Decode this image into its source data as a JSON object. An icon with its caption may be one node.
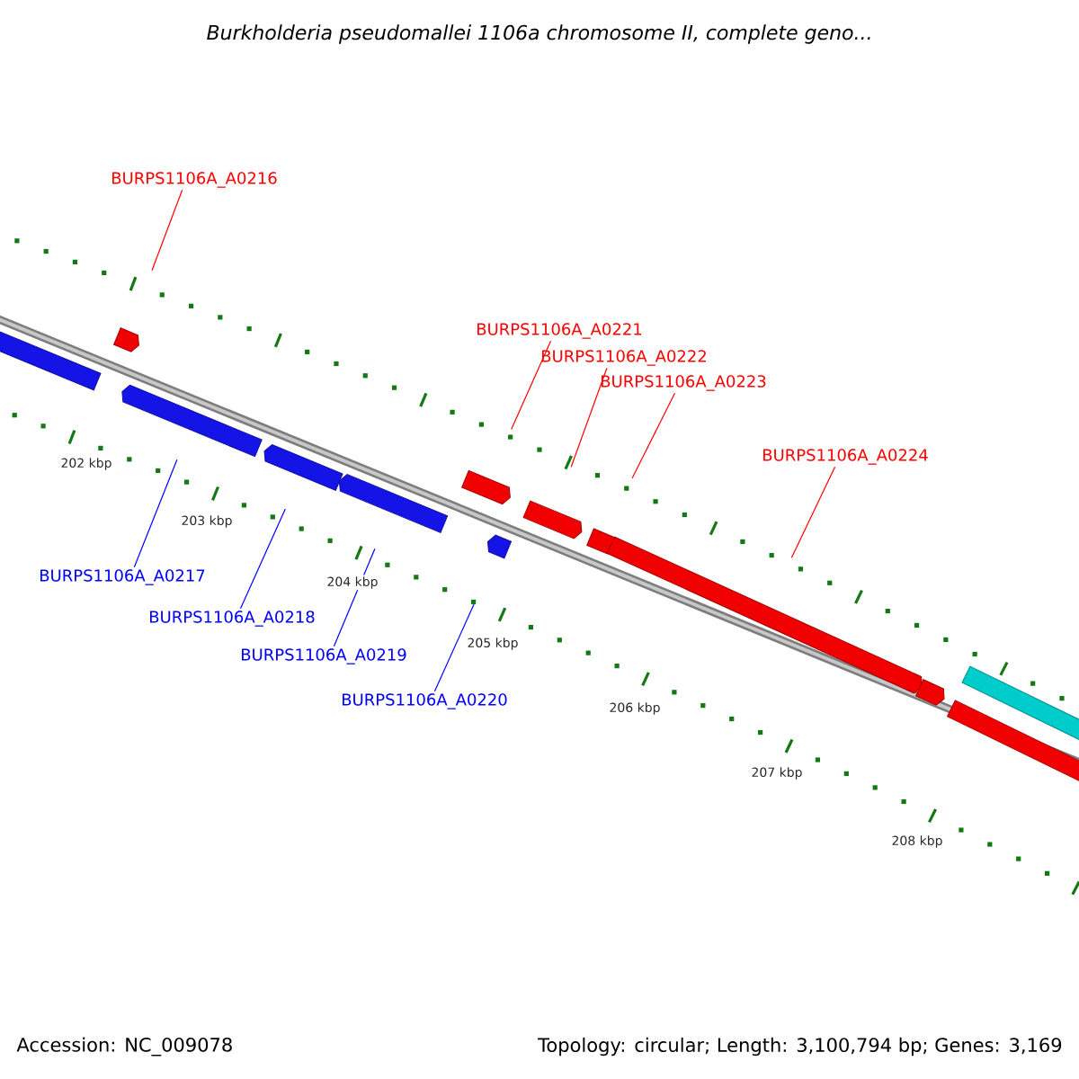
{
  "diagram": {
    "title": "Burkholderia pseudomallei 1106a chromosome II, complete geno...",
    "nodes": [
      {
        "text": [
          "BURPS1106A_A0216"
        ]
      },
      {
        "text": [
          "BURPS1106A_A0217"
        ]
      },
      {
        "text": [
          "BURPS1106A_A0218"
        ]
      },
      {
        "text": [
          "BURPS1106A_A0219"
        ]
      },
      {
        "text": [
          "BURPS1106A_A0220"
        ]
      },
      {
        "text": [
          "BURPS1106A_A0221"
        ]
      },
      {
        "text": [
          "BURPS1106A_A0222"
        ]
      },
      {
        "text": [
          "BURPS1106A_A0223"
        ]
      },
      {
        "text": [
          "BURPS1106A_A0224"
        ]
      },
      {
        "text": [],
        "shape": "arrow"
      },
      {
        "text": [],
        "shape": "arrow"
      },
      {
        "text": [],
        "shape": "arrow"
      },
      {
        "text": [],
        "shape": "arrow"
      },
      {
        "text": [],
        "shape": "arrow"
      },
      {
        "text": [],
        "shape": "arrow"
      },
      {
        "text": [],
        "shape": "arrow"
      },
      {
        "text": [],
        "shape": "arrow"
      },
      {
        "text": [],
        "shape": "arrow"
      },
      {
        "text": [],
        "shape": "arrow"
      },
      {
        "text": [],
        "shape": "arrow"
      },
      {
        "text": [],
        "shape": "arrow"
      },
      {
        "text": [],
        "shape": "arrow"
      }
    ],
    "edges": [
      {
        "from": 0,
        "to": 10,
        "arrow": "none",
        "color": "#ff0000"
      },
      {
        "from": 1,
        "to": 11,
        "arrow": "none",
        "color": "#0000ff"
      },
      {
        "from": 2,
        "to": 12,
        "arrow": "none",
        "color": "#0000ff"
      },
      {
        "from": 3,
        "to": 13,
        "arrow": "none",
        "color": "#0000ff"
      },
      {
        "from": 4,
        "to": 15,
        "arrow": "none",
        "color": "#0000ff"
      },
      {
        "from": 5,
        "to": 14,
        "arrow": "none",
        "color": "#ff0000"
      },
      {
        "from": 6,
        "to": 16,
        "arrow": "none",
        "color": "#ff0000"
      },
      {
        "from": 7,
        "to": 17,
        "arrow": "none",
        "color": "#ff0000"
      },
      {
        "from": 8,
        "to": 18,
        "arrow": "none",
        "color": "#ff0000"
      }
    ],
    "labels": [
      "202 kbp",
      "203 kbp",
      "204 kbp",
      "205 kbp",
      "206 kbp",
      "207 kbp",
      "208 kbp",
      "Accession: NC_009078",
      "Topology: circular; Length: 3,100,794 bp; Genes: 3,169"
    ]
  }
}
